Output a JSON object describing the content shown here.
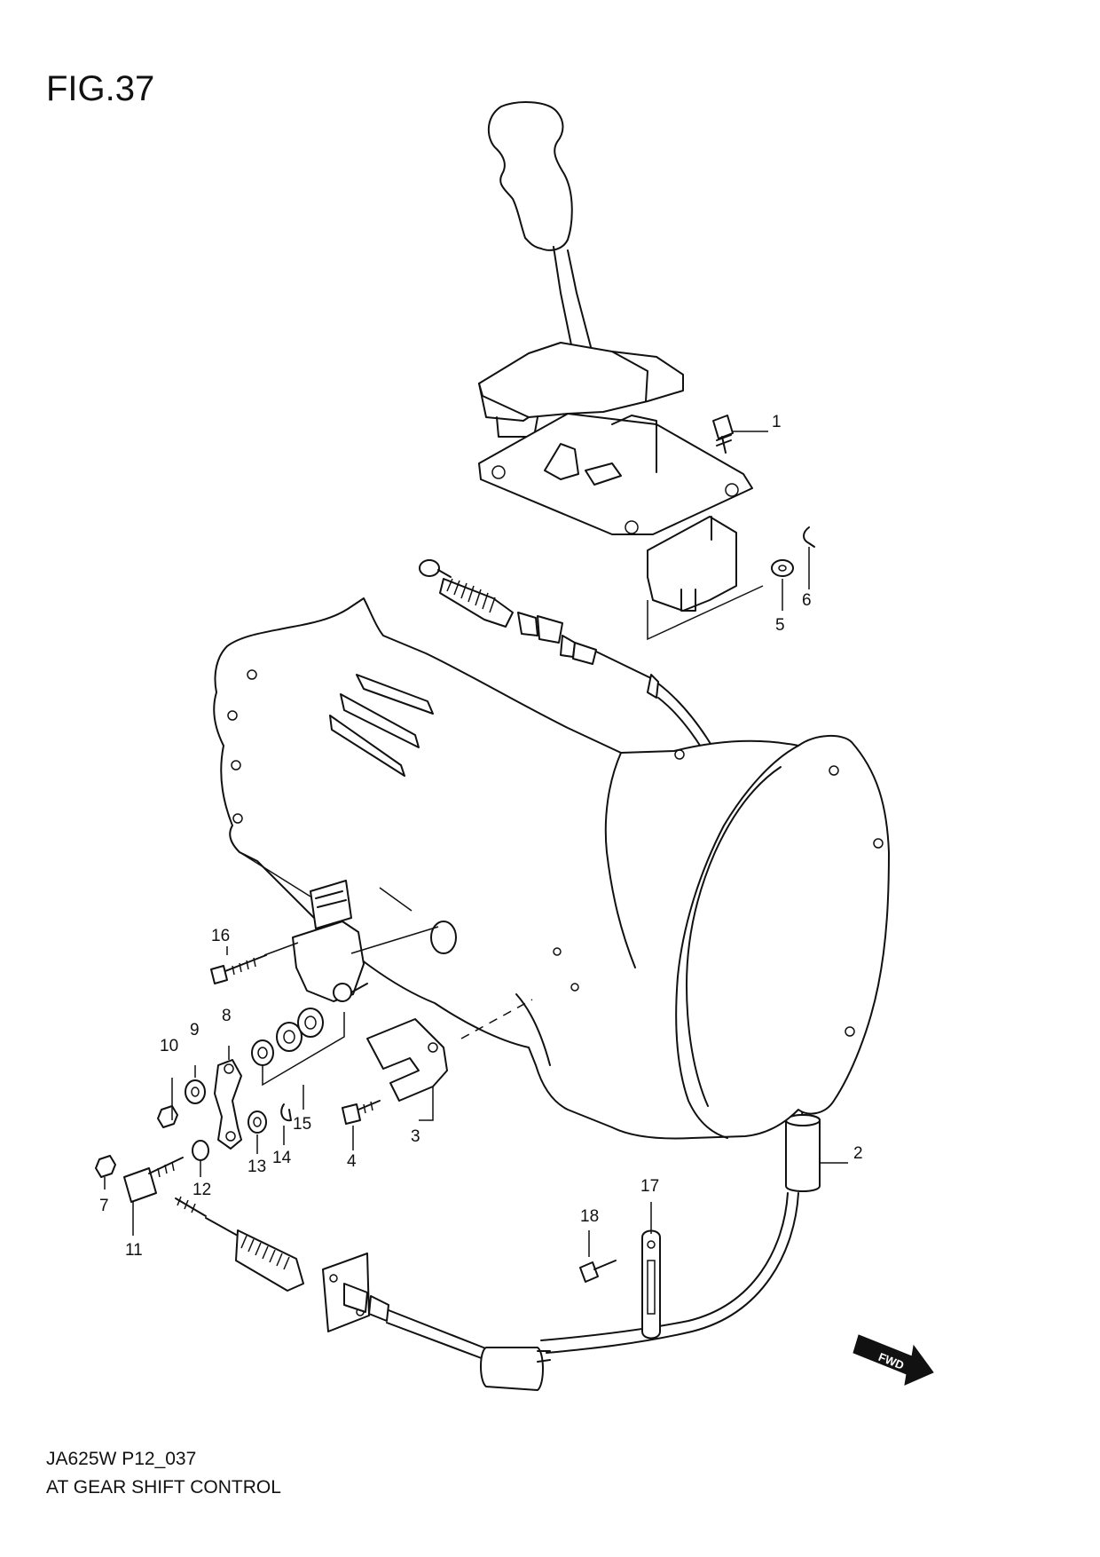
{
  "figure": {
    "title": "FIG.37"
  },
  "footer": {
    "code": "JA625W P12_037",
    "name": "AT GEAR SHIFT CONTROL"
  },
  "fwd_badge": "FWD",
  "callouts": [
    "1",
    "2",
    "3",
    "4",
    "5",
    "6",
    "7",
    "8",
    "9",
    "10",
    "11",
    "12",
    "13",
    "14",
    "15",
    "16",
    "17",
    "18"
  ]
}
